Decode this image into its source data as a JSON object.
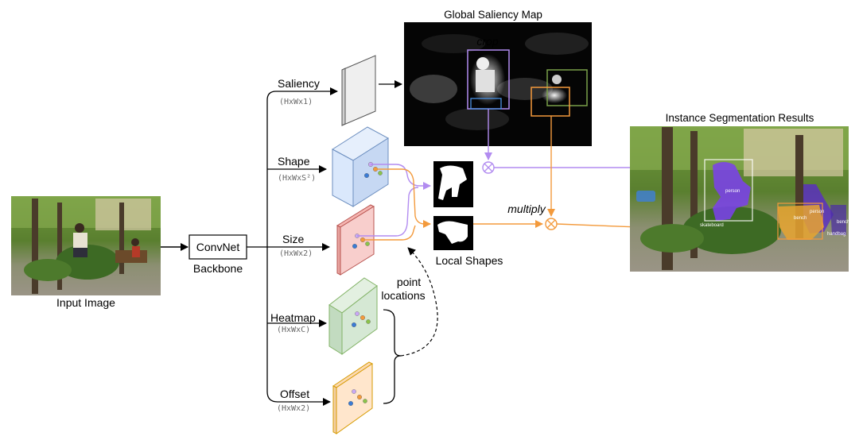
{
  "input": {
    "label": "Input Image"
  },
  "backbone": {
    "box_label": "ConvNet",
    "label": "Backbone"
  },
  "heads": [
    {
      "name": "Saliency",
      "dims": "(HxWx1)"
    },
    {
      "name": "Shape",
      "dims": "(HxWxS²)"
    },
    {
      "name": "Size",
      "dims": "(HxWx2)"
    },
    {
      "name": "Heatmap",
      "dims": "(HxWxC)"
    },
    {
      "name": "Offset",
      "dims": "(HxWx2)"
    }
  ],
  "saliency_map": {
    "title": "Global Saliency Map",
    "crop_label": "crop"
  },
  "local_shapes": {
    "label": "Local Shapes"
  },
  "multiply_label": "multiply",
  "point_locations": {
    "line1": "point",
    "line2": "locations"
  },
  "results": {
    "title": "Instance Segmentation Results",
    "tags": [
      "person",
      "person",
      "bench",
      "bench",
      "skateboard",
      "handbag"
    ]
  },
  "colors": {
    "saliency_head": "#efefef",
    "shape_head": "#dae8fc",
    "size_head": "#f8cecc",
    "heatmap_head": "#d5e8d4",
    "offset_head": "#ffe6cc",
    "purple": "#b28cf0",
    "orange": "#f39a3c",
    "green_box": "#7aa04a"
  }
}
